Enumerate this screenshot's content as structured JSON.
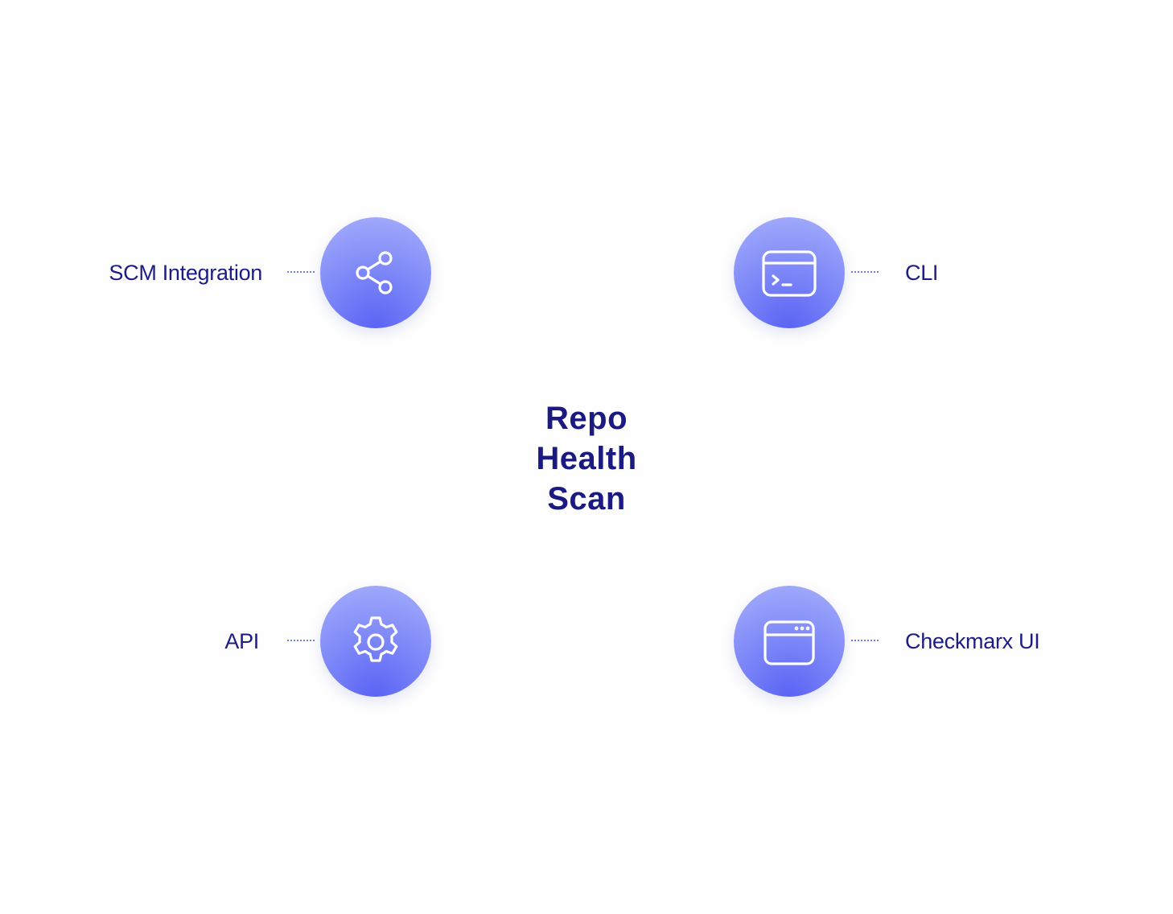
{
  "center": {
    "line1": "Repo",
    "line2": "Health",
    "line3": "Scan"
  },
  "nodes": {
    "scm": {
      "label": "SCM Integration",
      "icon": "share-icon"
    },
    "cli": {
      "label": "CLI",
      "icon": "terminal-window-icon"
    },
    "api": {
      "label": "API",
      "icon": "gear-icon"
    },
    "ui": {
      "label": "Checkmarx UI",
      "icon": "browser-window-icon"
    }
  },
  "colors": {
    "text": "#1c1c86",
    "circle_light": "#a7b0fb",
    "circle_dark": "#5a63f4",
    "connector": "#6a7ef0"
  }
}
